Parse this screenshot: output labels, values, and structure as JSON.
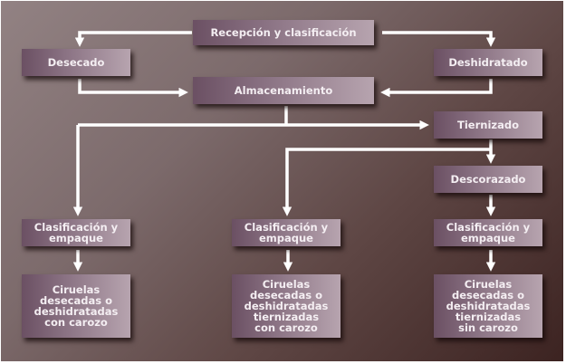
{
  "diagram": {
    "type": "flowchart",
    "colors": {
      "background_light": "#928283",
      "background_dark": "#3c2321",
      "box_left": "#6b5063",
      "box_right": "#b7a4af",
      "text": "#f4eef2",
      "arrow": "#ffffff"
    },
    "nodes": {
      "recepcion": "Recepción y clasificación",
      "desecado": "Desecado",
      "deshidratado": "Deshidratado",
      "almacenamiento": "Almacenamiento",
      "tiernizado": "Tiernizado",
      "descorazado": "Descorazado",
      "clasif_1": "Clasificación y\nempaque",
      "clasif_2": "Clasificación y\nempaque",
      "clasif_3": "Clasificación y\nempaque",
      "producto_1": "Ciruelas\ndesecadas o\ndeshidratadas\ncon carozo",
      "producto_2": "Ciruelas\ndesecadas o\ndeshidratadas\ntiernizadas\ncon carozo",
      "producto_3": "Ciruelas\ndesecadas o\ndeshidratadas\ntiernizadas\nsin carozo"
    },
    "edges": [
      {
        "from": "recepcion",
        "to": "desecado"
      },
      {
        "from": "recepcion",
        "to": "deshidratado"
      },
      {
        "from": "desecado",
        "to": "almacenamiento"
      },
      {
        "from": "deshidratado",
        "to": "almacenamiento"
      },
      {
        "from": "almacenamiento",
        "to": "clasif_1"
      },
      {
        "from": "almacenamiento",
        "to": "tiernizado"
      },
      {
        "from": "tiernizado",
        "to": "clasif_2"
      },
      {
        "from": "tiernizado",
        "to": "descorazado"
      },
      {
        "from": "descorazado",
        "to": "clasif_3"
      },
      {
        "from": "clasif_1",
        "to": "producto_1"
      },
      {
        "from": "clasif_2",
        "to": "producto_2"
      },
      {
        "from": "clasif_3",
        "to": "producto_3"
      }
    ]
  }
}
